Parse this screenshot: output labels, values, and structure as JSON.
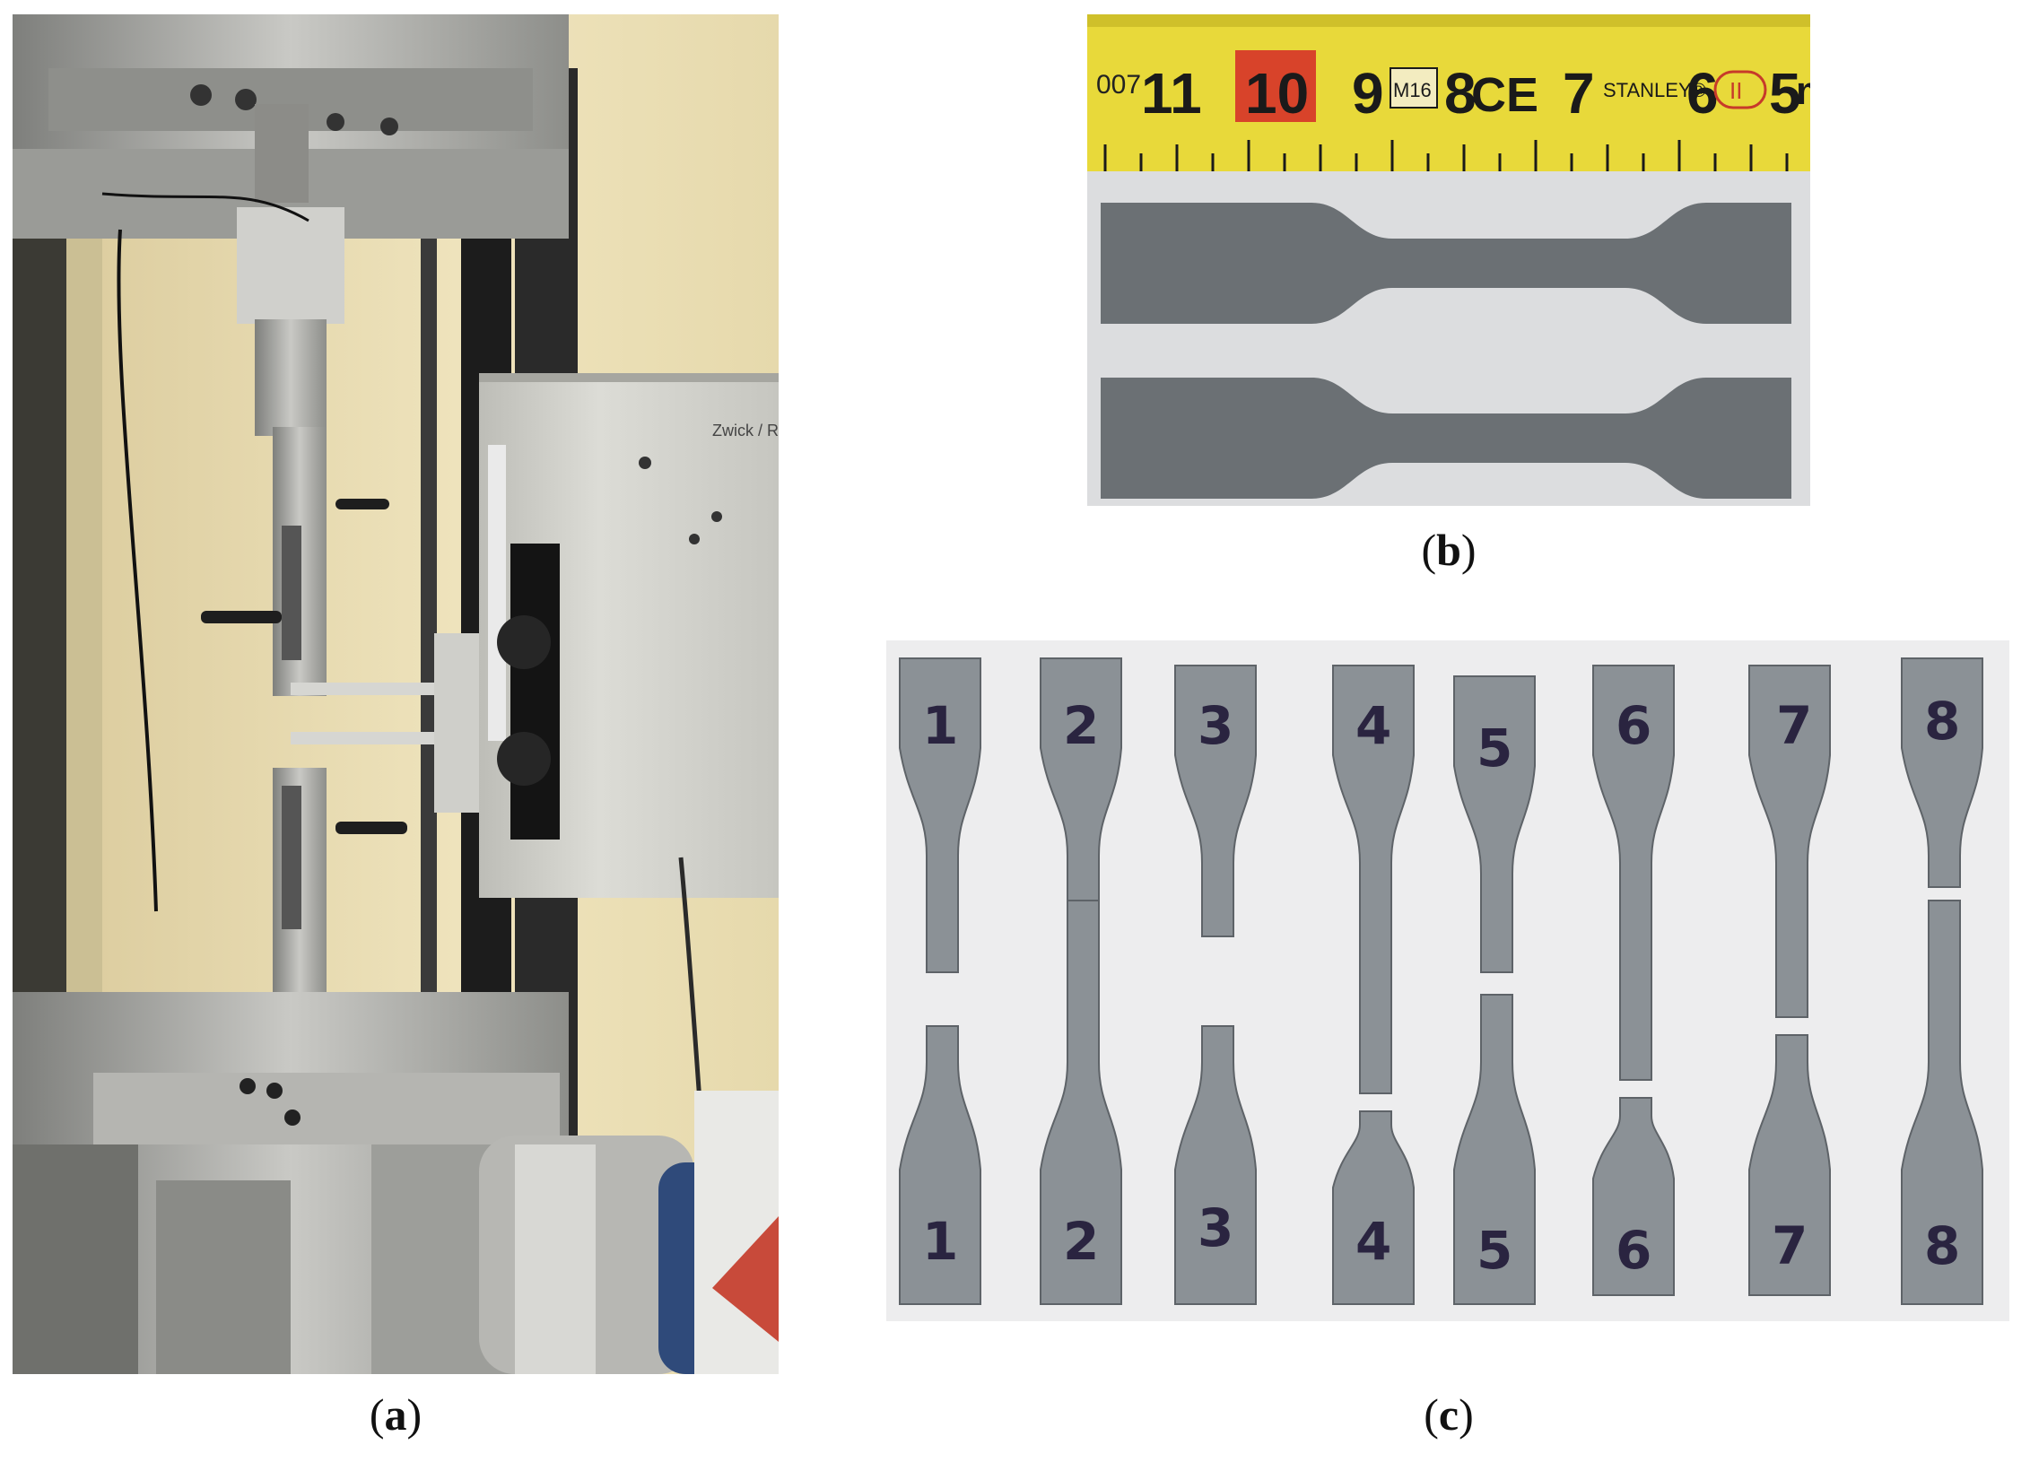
{
  "figure": {
    "panels": [
      {
        "id": "a",
        "caption_open": "(",
        "caption_letter": "a",
        "caption_close": ")",
        "brand_label": "Zwick / Roell"
      },
      {
        "id": "b",
        "caption_open": "(",
        "caption_letter": "b",
        "caption_close": ")",
        "ruler": {
          "numbers": [
            "11",
            "10",
            "9",
            "8",
            "7",
            "6",
            "5"
          ],
          "unit": "m",
          "marks": [
            "M16",
            "CE",
            "STANLEY®",
            "II"
          ],
          "stripe_text": "007"
        }
      },
      {
        "id": "c",
        "caption_open": "(",
        "caption_letter": "c",
        "caption_close": ")",
        "top_labels": [
          "1",
          "2",
          "3",
          "4",
          "5",
          "6",
          "7",
          "8"
        ],
        "bottom_labels": [
          "1",
          "2",
          "3",
          "4",
          "5",
          "6",
          "7",
          "8"
        ]
      }
    ],
    "colors": {
      "wall": "#e8dcb2",
      "steel": "#a9a9a6",
      "ruler_yellow": "#e8d93a",
      "specimen_gray": "#6b7074",
      "specimen_light": "#8b9196"
    }
  }
}
